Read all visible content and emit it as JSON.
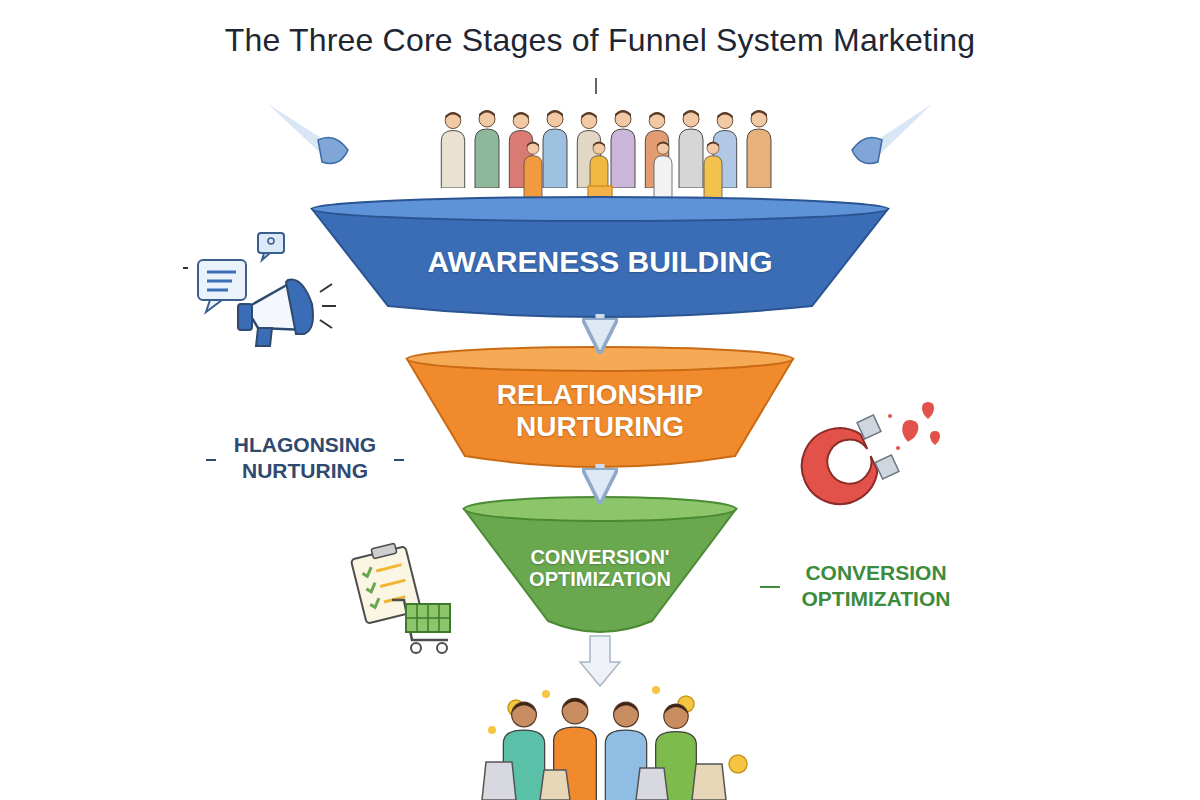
{
  "diagram": {
    "title": "The Three Core Stages of Funnel System Marketing",
    "nodes": [
      {
        "text": [
          "AWARENESS BUILDING"
        ]
      },
      {
        "text": [
          "RELATIONSHIP NURTURING"
        ]
      },
      {
        "text": [
          "CONVERSION' OPTIMIZATION"
        ]
      }
    ],
    "edges": [
      {
        "from": 0,
        "to": 1,
        "arrow": "to"
      },
      {
        "from": 1,
        "to": 2,
        "arrow": "to"
      }
    ],
    "labels": [
      "HLAGONSING NURTURING",
      "CONVERSION OPTIMIZATION"
    ]
  }
}
